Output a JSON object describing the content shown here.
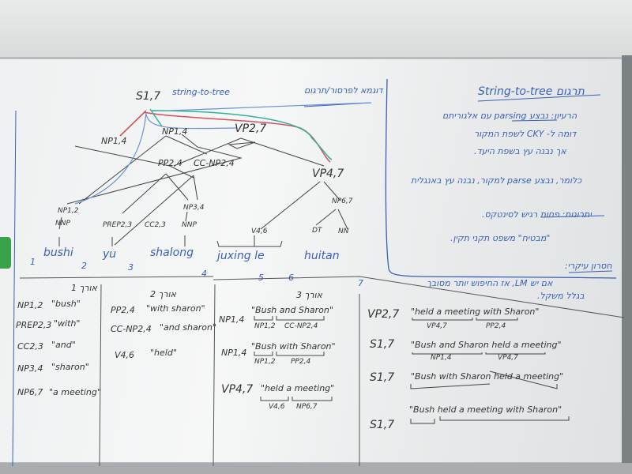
{
  "tree": {
    "root": "S1,7",
    "title_en": "string-to-tree",
    "title_he": "דוגמא לפרסור/תרגום",
    "nodes": [
      "NP1,4",
      "NP1,4",
      "VP2,7",
      "PP2,4",
      "CC-NP2,4",
      "VP4,7",
      "NP1,2",
      "NNP",
      "PREP2,3",
      "CC2,3",
      "NP3,4",
      "NNP",
      "V4,6",
      "NP6,7",
      "DT",
      "NN"
    ],
    "words": [
      "bushi",
      "yu",
      "shalong",
      "juxing le",
      "huitan"
    ],
    "positions": [
      "1",
      "2",
      "3",
      "4",
      "5",
      "6",
      "7"
    ]
  },
  "notes": {
    "title": "תרגום String-to-tree",
    "lines": [
      "הרעיון: נבצע parsing עם אלגוריתם",
      "דומה ל- CKY לשפת המקור",
      "אך נבנה עץ בשפת היעד.",
      "כלומר, נבצע parse למקור, נבנה עץ באנגלית",
      "יתרונות: פחות רגיש לסינטקס.",
      "\"מבטיח\" משפט תקני תקין.",
      "חסרון עיקרי:",
      "אם יש LM, אז החיפוש יותר מסובך",
      "בגלל משקל."
    ]
  },
  "columns": [
    {
      "header": "אורך 1",
      "rows": [
        {
          "label": "NP1,2",
          "text": "\"bush\""
        },
        {
          "label": "PREP2,3",
          "text": "\"with\""
        },
        {
          "label": "CC2,3",
          "text": "\"and\""
        },
        {
          "label": "NP3,4",
          "text": "\"sharon\""
        },
        {
          "label": "NP6,7",
          "text": "\"a meeting\""
        }
      ]
    },
    {
      "header": "אורך 2",
      "rows": [
        {
          "label": "PP2,4",
          "text": "\"with sharon\""
        },
        {
          "label": "CC-NP2,4",
          "text": "\"and sharon\""
        },
        {
          "label": "V4,6",
          "text": "\"held\""
        }
      ]
    },
    {
      "header": "אורך 3",
      "rows": [
        {
          "label": "NP1,4",
          "text": "\"Bush and Sharon\"",
          "parts": [
            "NP1,2",
            "CC-NP2,4"
          ]
        },
        {
          "label": "NP1,4",
          "text": "\"Bush with Sharon\"",
          "parts": [
            "NP1,2",
            "PP2,4"
          ]
        },
        {
          "label": "VP4,7",
          "text": "\"held a meeting\"",
          "parts": [
            "V4,6",
            "NP6,7"
          ]
        }
      ]
    },
    {
      "header": "",
      "rows": [
        {
          "label": "VP2,7",
          "text": "\"held a meeting with Sharon\"",
          "parts": [
            "VP4,7",
            "PP2,4"
          ]
        },
        {
          "label": "S1,7",
          "text": "\"Bush and Sharon held a meeting\"",
          "parts": [
            "NP1,4",
            "VP4,7"
          ]
        },
        {
          "label": "S1,7",
          "text": "\"Bush with Sharon held a meeting\"",
          "parts": []
        },
        {
          "label": "S1,7",
          "text": "\"Bush held a meeting with Sharon\"",
          "parts": []
        }
      ]
    }
  ],
  "colors": {
    "blue": "#3a5fb5",
    "red": "#d8505e",
    "teal": "#2fb39a",
    "black": "#333333"
  }
}
